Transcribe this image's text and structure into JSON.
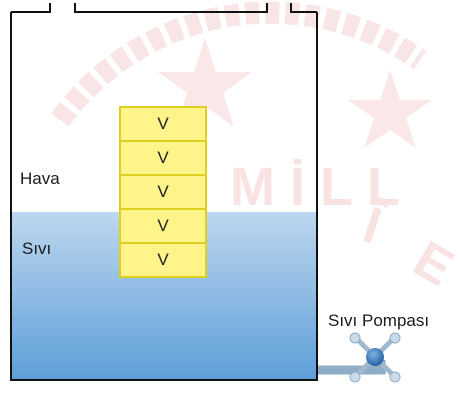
{
  "labels": {
    "air": "Hava",
    "liquid": "Sıvı",
    "pump": "Sıvı Pompası"
  },
  "blocks": [
    "V",
    "V",
    "V",
    "V",
    "V"
  ],
  "watermark": {
    "text": "Mİ LLİ E",
    "color": "#f2c4c4"
  },
  "colors": {
    "liquid_top": "#b9d4ee",
    "liquid_bottom": "#5b9bd5",
    "block_fill": "#fff48a",
    "block_border": "#e0cf1e",
    "pipe": "#8fadc4",
    "pump_body": "#3f7fbf",
    "tank_wall": "#111111"
  }
}
